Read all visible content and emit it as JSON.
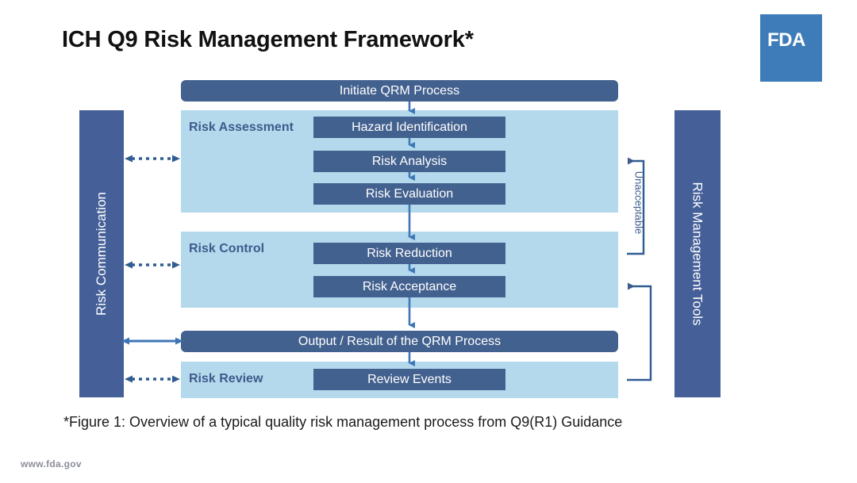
{
  "page": {
    "title": "ICH Q9 Risk Management Framework*",
    "caption": "*Figure 1: Overview of a typical quality risk management process from Q9(R1) Guidance",
    "footer": "www.fda.gov"
  },
  "logo": {
    "text": "FDA",
    "color": "#3D7CB8"
  },
  "colors": {
    "dark_blue_box": "#43618F",
    "side_bar_blue": "#456099",
    "light_panel_blue": "#B4D9EC",
    "arrow_blue": "#3E77B5",
    "loop_line_blue": "#3E5B8C",
    "panel_label_text": "#3E5B8C",
    "background": "#FFFFFF"
  },
  "side_bars": {
    "left": {
      "label": "Risk Communication",
      "orientation": "bottom-to-top"
    },
    "right": {
      "label": "Risk Management Tools",
      "orientation": "top-to-bottom"
    }
  },
  "flow": {
    "initiate": "Initiate QRM Process",
    "output": "Output / Result of the QRM Process"
  },
  "panels": [
    {
      "id": "risk-assessment",
      "label": "Risk Assessment",
      "steps": [
        "Hazard Identification",
        "Risk Analysis",
        "Risk Evaluation"
      ]
    },
    {
      "id": "risk-control",
      "label": "Risk Control",
      "steps": [
        "Risk Reduction",
        "Risk Acceptance"
      ]
    },
    {
      "id": "risk-review",
      "label": "Risk Review",
      "steps": [
        "Review Events"
      ]
    }
  ],
  "annotations": {
    "unacceptable": "Unacceptable"
  },
  "connectors": [
    {
      "name": "initiate-to-hazard",
      "style": "solid",
      "heads": "single-down"
    },
    {
      "name": "hazard-to-analysis",
      "style": "solid",
      "heads": "single-down"
    },
    {
      "name": "analysis-to-evaluation",
      "style": "solid",
      "heads": "single-down"
    },
    {
      "name": "assessment-to-control",
      "style": "solid",
      "heads": "single-down"
    },
    {
      "name": "reduction-to-acceptance",
      "style": "solid",
      "heads": "single-down"
    },
    {
      "name": "control-to-output",
      "style": "solid",
      "heads": "single-down"
    },
    {
      "name": "output-to-review",
      "style": "solid",
      "heads": "single-down"
    },
    {
      "name": "communication-to-assessment",
      "style": "dotted",
      "heads": "double"
    },
    {
      "name": "communication-to-control",
      "style": "dotted",
      "heads": "double"
    },
    {
      "name": "communication-to-output",
      "style": "solid",
      "heads": "double"
    },
    {
      "name": "communication-to-review",
      "style": "dotted",
      "heads": "double"
    },
    {
      "name": "unacceptable-loop",
      "style": "solid",
      "heads": "single-left",
      "from": "Risk Reduction",
      "to": "Risk Assessment"
    },
    {
      "name": "review-loop",
      "style": "solid",
      "heads": "single-left",
      "from": "Risk Review",
      "to": "Risk Control"
    }
  ]
}
